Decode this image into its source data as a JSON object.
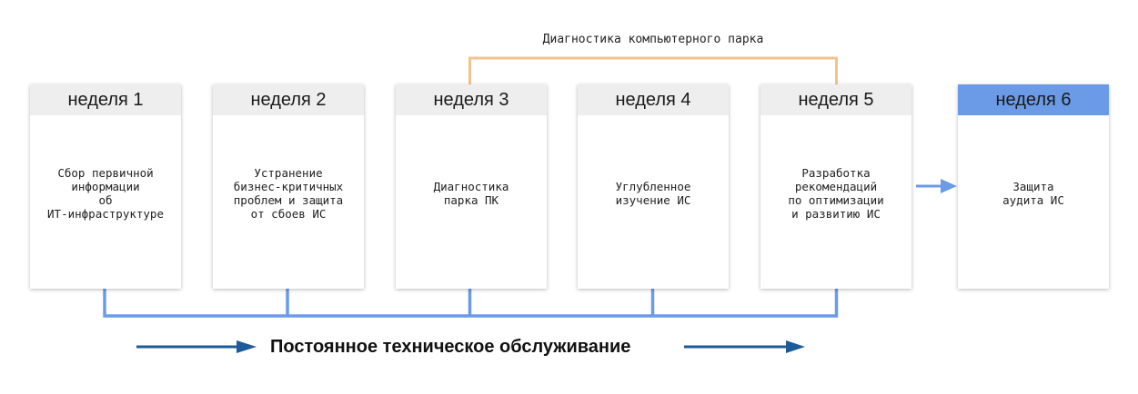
{
  "diagram": {
    "top_label": "Диагностика компьютерного парка",
    "bottom_label": "Постоянное техническое обслуживание",
    "colors": {
      "header_default": "#eeeeee",
      "header_highlight": "#6b9be6",
      "bracket": "#f3c38d",
      "bus": "#6b9be6",
      "bottom_arrows": "#1f5a99",
      "side_arrow": "#6b9be6"
    },
    "weeks": [
      {
        "title": "неделя 1",
        "text": "Сбор первичной\nинформации\nоб\nИТ-инфраструктуре",
        "highlight": false
      },
      {
        "title": "неделя 2",
        "text": "Устранение\nбизнес-критичных\nпроблем и защита\nот сбоев ИС",
        "highlight": false
      },
      {
        "title": "неделя 3",
        "text": "Диагностика\nпарка ПК",
        "highlight": false
      },
      {
        "title": "неделя 4",
        "text": "Углубленное\nизучение ИС",
        "highlight": false
      },
      {
        "title": "неделя 5",
        "text": "Разработка\nрекомендаций\nпо оптимизации\nи развитию ИС",
        "highlight": false
      },
      {
        "title": "неделя 6",
        "text": "Защита\nаудита ИС",
        "highlight": true
      }
    ]
  }
}
